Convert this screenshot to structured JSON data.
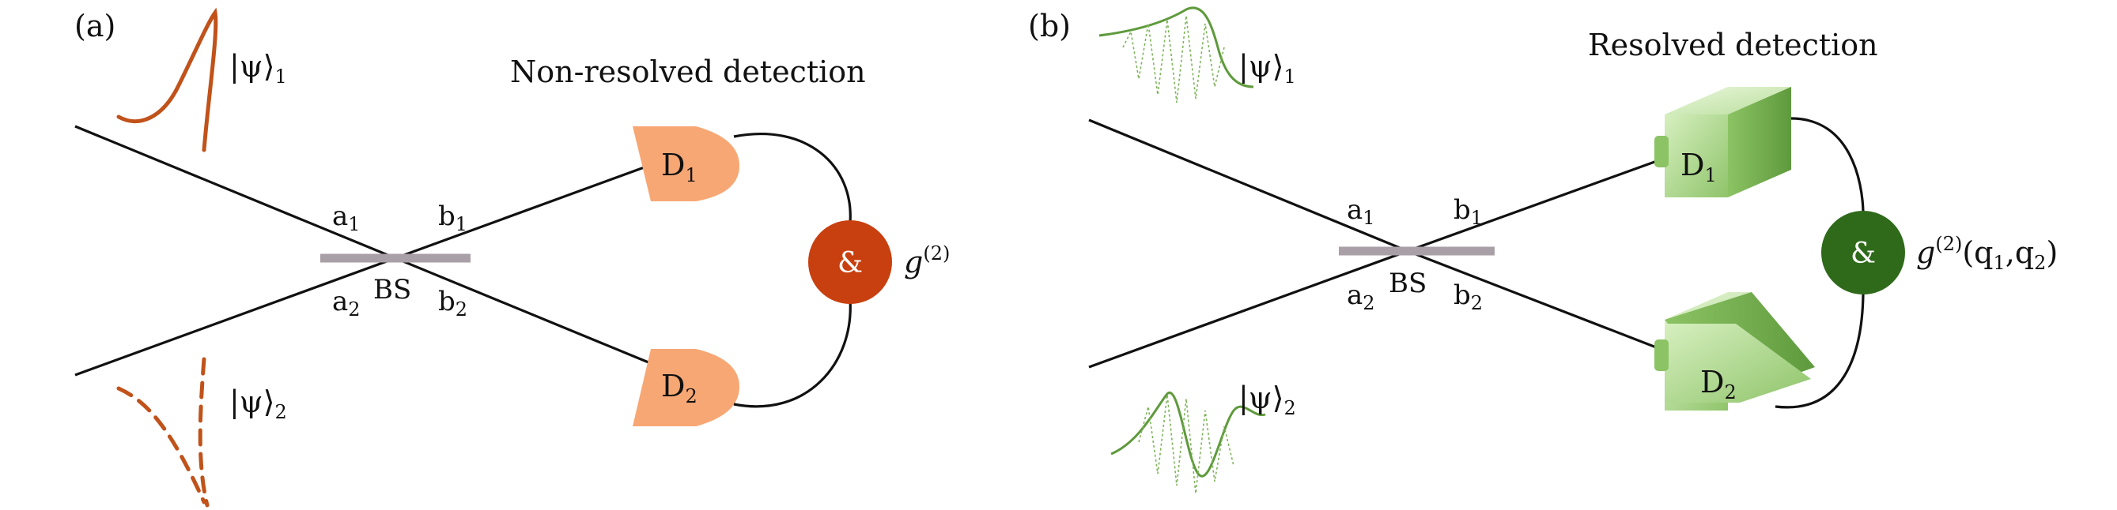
{
  "panel_a": {
    "tag": "(a)",
    "title": "Non-resolved detection",
    "state1": {
      "prefix": "|ψ⟩",
      "index": "1"
    },
    "state2": {
      "prefix": "|ψ⟩",
      "index": "2"
    },
    "in1": {
      "base": "a",
      "index": "1"
    },
    "in2": {
      "base": "a",
      "index": "2"
    },
    "out1": {
      "base": "b",
      "index": "1"
    },
    "out2": {
      "base": "b",
      "index": "2"
    },
    "bs": "BS",
    "det1": {
      "base": "D",
      "index": "1"
    },
    "det2": {
      "base": "D",
      "index": "2"
    },
    "coincidence": "&",
    "corr": {
      "base": "g",
      "sup": "(2)",
      "args": ""
    },
    "colors": {
      "pulse": "#c0521a",
      "detector": "#f7a774",
      "coincidence": "#c8400f"
    }
  },
  "panel_b": {
    "tag": "(b)",
    "title": "Resolved detection",
    "state1": {
      "prefix": "|ψ⟩",
      "index": "1"
    },
    "state2": {
      "prefix": "|ψ⟩",
      "index": "2"
    },
    "in1": {
      "base": "a",
      "index": "1"
    },
    "in2": {
      "base": "a",
      "index": "2"
    },
    "out1": {
      "base": "b",
      "index": "1"
    },
    "out2": {
      "base": "b",
      "index": "2"
    },
    "bs": "BS",
    "det1": {
      "base": "D",
      "index": "1"
    },
    "det2": {
      "base": "D",
      "index": "2"
    },
    "coincidence": "&",
    "corr": {
      "base": "g",
      "sup": "(2)",
      "args": "(q",
      "q1": "1",
      "comma": ",q",
      "q2": "2",
      "close": ")"
    },
    "colors": {
      "pulse": "#5f9a3c",
      "detector": "#9ed07a",
      "coincidence": "#2e6a1a"
    }
  }
}
